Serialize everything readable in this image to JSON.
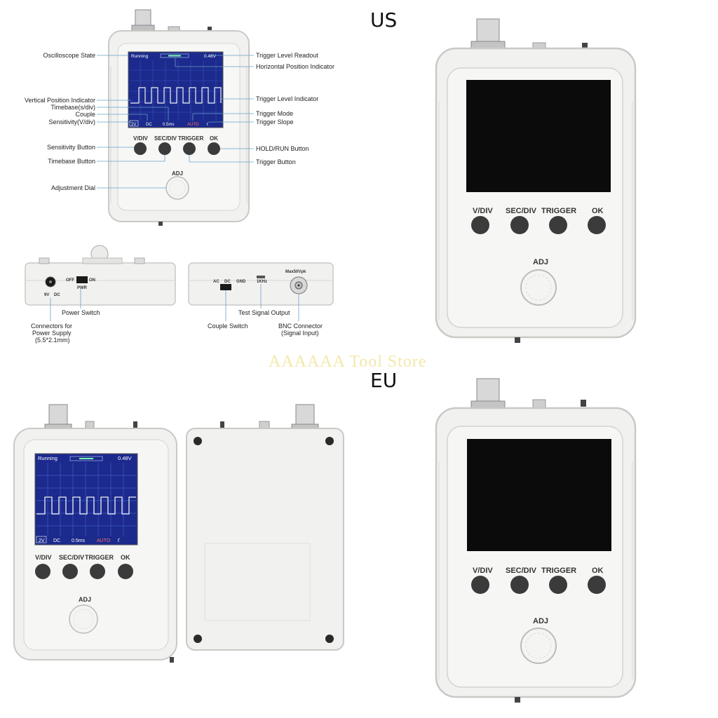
{
  "labels": {
    "us": "US",
    "eu": "EU"
  },
  "watermark": "AAAAAA Tool Store",
  "buttons": {
    "vdiv": "V/DIV",
    "secdiv": "SEC/DIV",
    "trigger": "TRIGGER",
    "ok": "OK",
    "adj": "ADJ"
  },
  "screen": {
    "state": "Running",
    "trigger_readout": "0.48V",
    "sensitivity": "2V",
    "couple": "DC",
    "timebase": "0.5ms",
    "trigger_mode": "AUTO",
    "trigger_slope": "ť"
  },
  "callouts_left": {
    "state": "Oscilloscope State",
    "vpos": "Vertical Position Indicator",
    "timebase": "Timebase(s/div)",
    "couple": "Couple",
    "sensitivity": "Sensitivity(V/div)",
    "sens_btn": "Sensitivity Button",
    "time_btn": "Timebase Button",
    "adj": "Adjustment Dial"
  },
  "callouts_right": {
    "trig_readout": "Trigger Level Readout",
    "hpos": "Horizontal Position Indicator",
    "trig_level": "Trigger Level Indicator",
    "trig_mode": "Trigger Mode",
    "trig_slope": "Trigger Slope",
    "hold_btn": "HOLD/RUN Button",
    "trig_btn": "Trigger Button"
  },
  "side_panel_left": {
    "off": "OFF",
    "on": "ON",
    "pwr": "PWR",
    "v9": "9V",
    "dc": "DC",
    "power_switch": "Power Switch",
    "connectors": [
      "Connectors for",
      "Power Supply",
      "(5.5*2.1mm)"
    ]
  },
  "side_panel_right": {
    "ac": "AC",
    "dc": "DC",
    "gnd": "GND",
    "freq": "1KHz",
    "max": "Max50Vpk",
    "test_signal": "Test Signal Output",
    "couple_switch": "Couple Switch",
    "bnc": [
      "BNC Connector",
      "(Signal Input)"
    ]
  },
  "colors": {
    "shell": "#f1f1ef",
    "shell_edge": "#c9c9c6",
    "screen_blue": "#1a2a8a",
    "button": "#3b3b3b"
  }
}
